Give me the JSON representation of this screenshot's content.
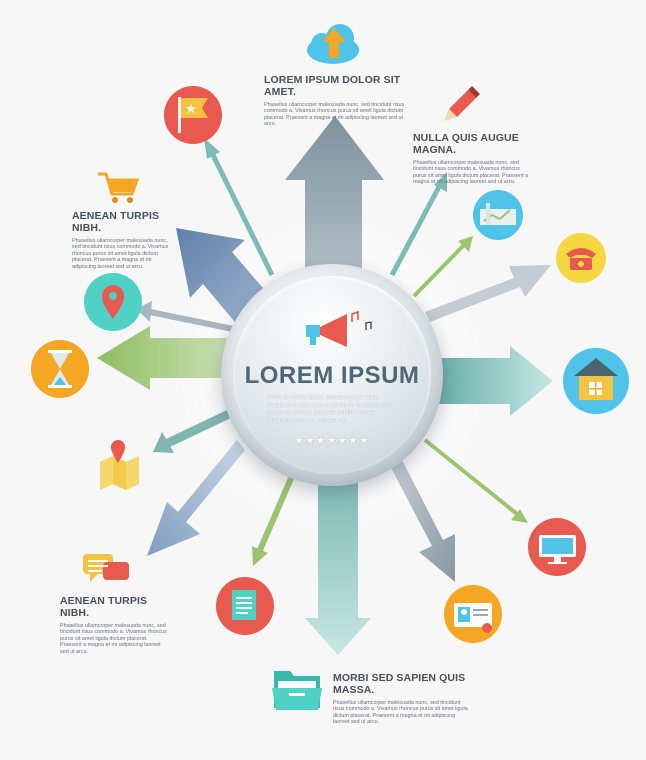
{
  "hub": {
    "title": "LOREM IPSUM",
    "body": "Proin et mattis lacus, posuere porta arcu. Vestibulum ante ipsum primis in faucibus orci luctus et ultrices posuere cubilia Curae; Vivamus justo mi, semper et.",
    "stars": "★★★★★★★",
    "icon": "megaphone-icon"
  },
  "blocks": [
    {
      "title": "LOREM IPSUM DOLOR SIT AMET.",
      "body": "Phasellus ullamcorper malesuada nunc, sed tincidunt risus commodo a. Vivamus rhoncus purus sit amet ligula dictum placerat. Praesent a magna et mi adipiscing laoreet sed ut arcu."
    },
    {
      "title": "NULLA QUIS AUGUE MAGNA.",
      "body": "Phasellus ullamcorper malesuada nunc, sed tincidunt risus commodo a. Vivamus rhoncus purus sit amet ligula dictum placerat. Praesent a magna et mi adipiscing laoreet sed ut arcu."
    },
    {
      "title": "AENEAN TURPIS NIBH.",
      "body": "Phasellus ullamcorper malesuada nunc, sed tincidunt risus commodo a. Vivamus rhoncus purus sit amet ligula dictum placerat. Praesent a magna et mi adipiscing laoreet sed ut arcu."
    },
    {
      "title": "AENEAN TURPIS NIBH.",
      "body": "Phasellus ullamcorper malesuada nunc, sed tincidunt risus commodo a. Vivamus rhoncus purus sit amet ligula dictum placerat. Praesent a magna et mi adipiscing laoreet sed ut arcu."
    },
    {
      "title": "MORBI SED SAPIEN QUIS MASSA.",
      "body": "Phasellus ullamcorper malesuada nunc, sed tincidunt risus commodo a. Vivamus rhoncus purus sit amet ligula dictum placerat. Praesent a magna et mi adipiscing laoreet sed ut arcu."
    }
  ],
  "icons": [
    {
      "name": "cloud-upload-icon",
      "color": "#4fc3e8"
    },
    {
      "name": "pencil-icon",
      "color": "#e85a4f"
    },
    {
      "name": "star-flag-icon",
      "color": "#e85a4f"
    },
    {
      "name": "shopping-cart-icon",
      "color": "#f5a623"
    },
    {
      "name": "map-pin-icon",
      "color": "#4fd1c5"
    },
    {
      "name": "hourglass-icon",
      "color": "#f5a623"
    },
    {
      "name": "map-icon",
      "color": "#f5d76e"
    },
    {
      "name": "chat-icon",
      "color": "#f5c342"
    },
    {
      "name": "document-icon",
      "color": "#e85a4f"
    },
    {
      "name": "folder-icon",
      "color": "#4fd1c5"
    },
    {
      "name": "contact-card-icon",
      "color": "#f5a623"
    },
    {
      "name": "monitor-icon",
      "color": "#e85a4f"
    },
    {
      "name": "house-icon",
      "color": "#4fc3e8"
    },
    {
      "name": "telephone-icon",
      "color": "#f5d742"
    },
    {
      "name": "chart-screen-icon",
      "color": "#4fc3e8"
    }
  ]
}
